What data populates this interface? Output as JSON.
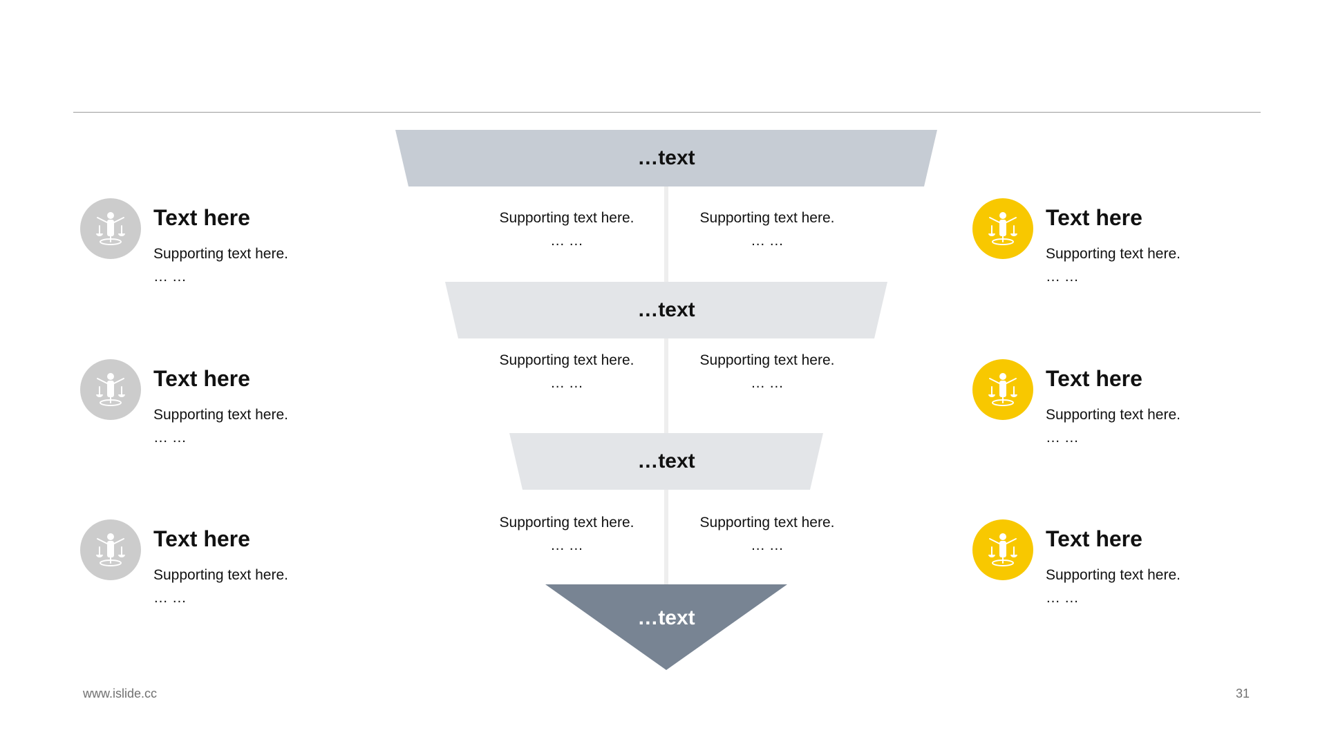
{
  "colors": {
    "stage_1": "#c6ccd4",
    "stage_2": "#e3e5e8",
    "stage_3": "#e3e5e8",
    "stage_4": "#788493",
    "icon_gray": "#cccccc",
    "icon_yellow": "#f8c800"
  },
  "funnel": {
    "stages": [
      {
        "label": "…text"
      },
      {
        "label": "…text"
      },
      {
        "label": "…text"
      },
      {
        "label": "…text"
      }
    ],
    "supports": [
      {
        "left": {
          "text": "Supporting text here.",
          "more": "… …"
        },
        "right": {
          "text": "Supporting text here.",
          "more": "… …"
        }
      },
      {
        "left": {
          "text": "Supporting text here.",
          "more": "… …"
        },
        "right": {
          "text": "Supporting text here.",
          "more": "… …"
        }
      },
      {
        "left": {
          "text": "Supporting text here.",
          "more": "… …"
        },
        "right": {
          "text": "Supporting text here.",
          "more": "… …"
        }
      }
    ]
  },
  "left_items": [
    {
      "icon": "justice-scales-icon",
      "title": "Text here",
      "text": "Supporting text here.",
      "more": "… …"
    },
    {
      "icon": "justice-scales-icon",
      "title": "Text here",
      "text": "Supporting text here.",
      "more": "… …"
    },
    {
      "icon": "justice-scales-icon",
      "title": "Text here",
      "text": "Supporting text here.",
      "more": "… …"
    }
  ],
  "right_items": [
    {
      "icon": "justice-scales-icon",
      "title": "Text here",
      "text": "Supporting text here.",
      "more": "… …"
    },
    {
      "icon": "justice-scales-icon",
      "title": "Text here",
      "text": "Supporting text here.",
      "more": "… …"
    },
    {
      "icon": "justice-scales-icon",
      "title": "Text here",
      "text": "Supporting text here.",
      "more": "… …"
    }
  ],
  "footer": {
    "website": "www.islide.cc",
    "page_number": "31"
  }
}
